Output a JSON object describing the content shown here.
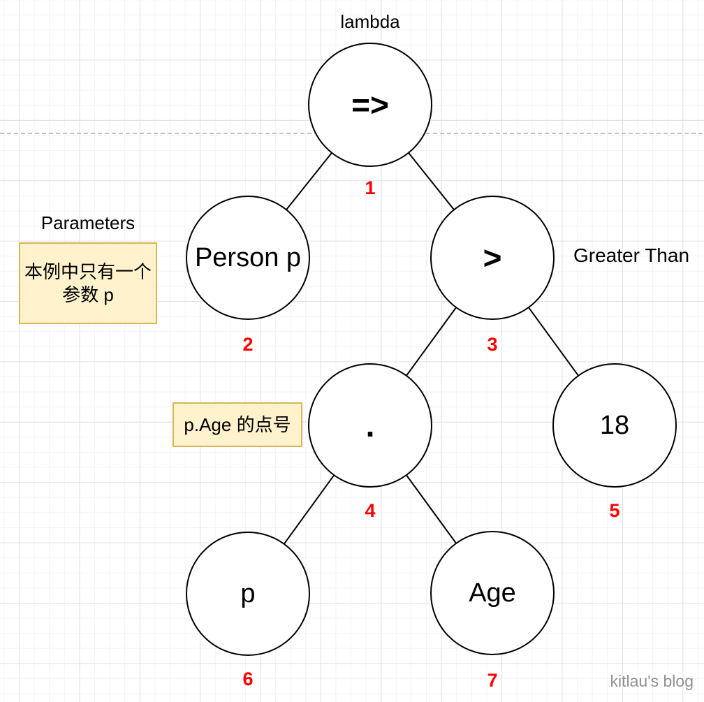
{
  "page": {
    "watermark": "kitlau's blog"
  },
  "labels": {
    "lambda": "lambda",
    "parameters": "Parameters",
    "greater_than": "Greater Than"
  },
  "notes": {
    "parameters_note": "本例中只有一个\n参数 p",
    "dot_note": "p.Age 的点号"
  },
  "tree": {
    "nodes": [
      {
        "id": 1,
        "label": "=>",
        "order": "1"
      },
      {
        "id": 2,
        "label": "Person p",
        "order": "2"
      },
      {
        "id": 3,
        "label": ">",
        "order": "3"
      },
      {
        "id": 4,
        "label": ".",
        "order": "4"
      },
      {
        "id": 5,
        "label": "18",
        "order": "5"
      },
      {
        "id": 6,
        "label": "p",
        "order": "6"
      },
      {
        "id": 7,
        "label": "Age",
        "order": "7"
      }
    ],
    "edges": [
      [
        1,
        2
      ],
      [
        1,
        3
      ],
      [
        3,
        4
      ],
      [
        3,
        5
      ],
      [
        4,
        6
      ],
      [
        4,
        7
      ]
    ]
  },
  "colors": {
    "note_fill": "#FFF2CC",
    "note_border": "#D6B656",
    "order_number": "#FF0000",
    "node_stroke": "#000000",
    "grid_minor": "#f3f3f3",
    "grid_major": "#e2e2e2",
    "dashed_rule": "#c2c2c2",
    "watermark": "#909090"
  }
}
